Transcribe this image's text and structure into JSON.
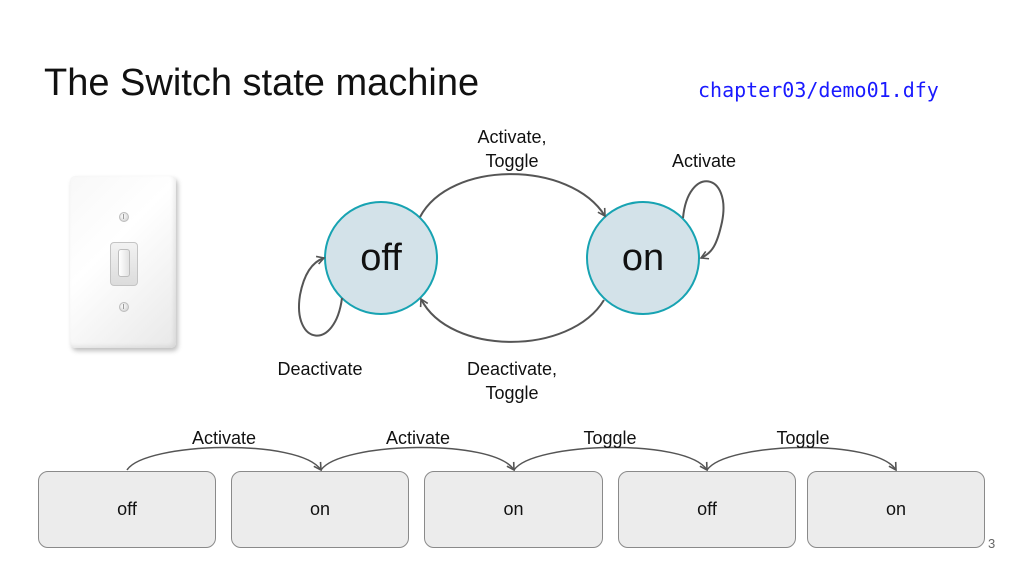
{
  "slide": {
    "title": "The Switch state machine",
    "file": "chapter03/demo01.dfy",
    "page_number": "3"
  },
  "states": {
    "off": "off",
    "on": "on"
  },
  "transitions": {
    "off_to_on": "Activate,\nToggle",
    "on_self": "Activate",
    "off_self": "Deactivate",
    "on_to_off": "Deactivate,\nToggle"
  },
  "sequence": {
    "states": [
      "off",
      "on",
      "on",
      "off",
      "on"
    ],
    "actions": [
      "Activate",
      "Activate",
      "Toggle",
      "Toggle"
    ]
  },
  "colors": {
    "state_fill": "#d3e2e9",
    "state_border": "#17a3b2",
    "file_link": "#1a1aff",
    "box_fill": "#ececec",
    "arrow": "#555555"
  },
  "image": {
    "icon": "light-switch-photo"
  }
}
